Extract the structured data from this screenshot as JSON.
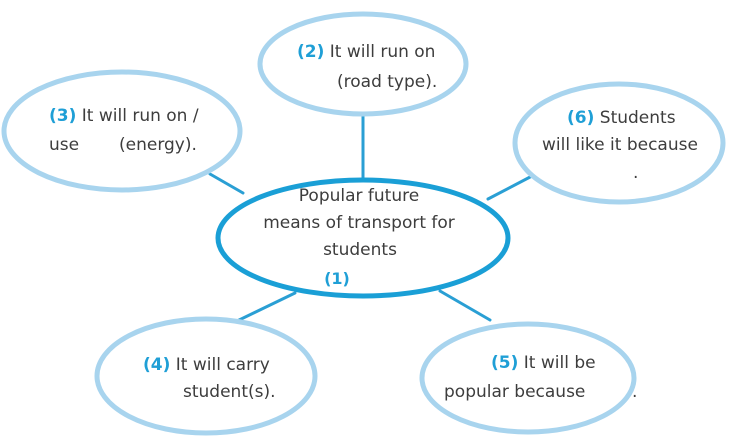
{
  "colors": {
    "center_stroke": "#1a9fd6",
    "outer_stroke": "#a8d4ee",
    "connector": "#2a9fd4",
    "number": "#1f9fd6",
    "text": "#3d3d3d"
  },
  "center": {
    "line1": "Popular future",
    "line2": "means of transport for",
    "line3": "students",
    "number": "(1)"
  },
  "nodes": {
    "n2": {
      "number": "(2)",
      "line1": " It will run on",
      "line2": "(road type)."
    },
    "n3": {
      "number": "(3)",
      "line1": " It will run on /",
      "line2a": "use",
      "line2b": "(energy)."
    },
    "n6": {
      "number": "(6)",
      "line1": " Students",
      "line2": "will like it because",
      "line3": "."
    },
    "n4": {
      "number": "(4)",
      "line1": " It will carry",
      "line2": "student(s)."
    },
    "n5": {
      "number": "(5)",
      "line1": " It will be",
      "line2a": "popular because",
      "line2b": "."
    }
  }
}
